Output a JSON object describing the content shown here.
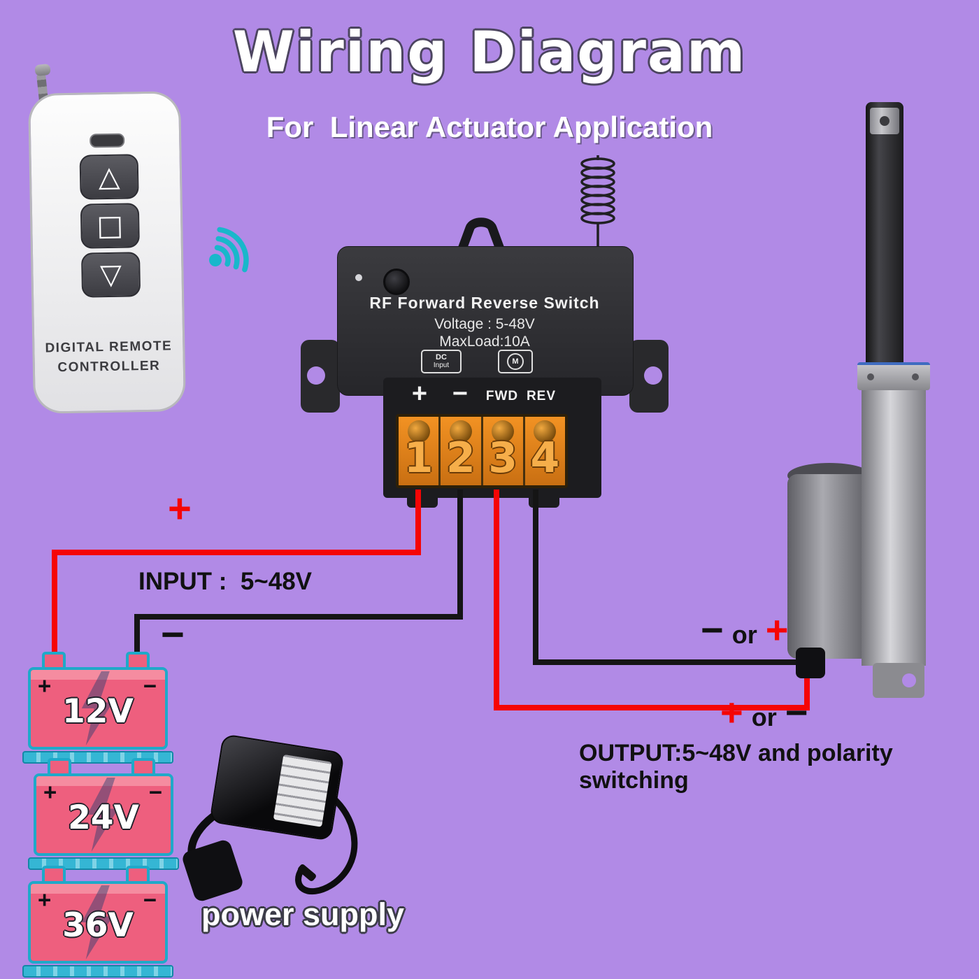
{
  "page": {
    "title": "Wiring Diagram",
    "subtitle": "For  Linear Actuator Application"
  },
  "remote": {
    "brand_line1": "DIGITAL REMOTE",
    "brand_line2": "CONTROLLER",
    "buttons": {
      "up": "△",
      "stop": "□",
      "down": "▽"
    }
  },
  "receiver": {
    "title": "RF Forward Reverse Switch",
    "voltage": "Voltage : 5-48V",
    "maxload": "MaxLoad:10A",
    "dc_icon_line1": "DC",
    "dc_icon_line2": "Input",
    "motor_icon_letter": "M",
    "terminal_labels": [
      "+",
      "−",
      "FWD",
      "REV"
    ],
    "terminal_numbers": [
      "1",
      "2",
      "3",
      "4"
    ]
  },
  "wiring": {
    "input_plus": "+",
    "input_label": "INPUT :  5~48V",
    "input_minus": "−",
    "output_top_left": "−",
    "output_top_mid": "or",
    "output_top_right": "+",
    "output_bottom_left": "+",
    "output_bottom_mid": "or",
    "output_bottom_right": "−",
    "output_label": "OUTPUT:5~48V and polarity switching",
    "wires": [
      {
        "name": "input-positive",
        "color": "#f50505"
      },
      {
        "name": "input-negative",
        "color": "#151515"
      },
      {
        "name": "output-positive",
        "color": "#f50505"
      },
      {
        "name": "output-negative",
        "color": "#151515"
      }
    ]
  },
  "batteries": [
    {
      "label": "12V",
      "plus": "+",
      "minus": "−"
    },
    {
      "label": "24V",
      "plus": "+",
      "minus": "−"
    },
    {
      "label": "36V",
      "plus": "+",
      "minus": "−"
    }
  ],
  "power_supply": {
    "label": "power supply"
  },
  "colors": {
    "background": "#b18ae6",
    "battery_body": "#ee5f7e",
    "battery_trim": "#1fa9c9",
    "signal_teal": "#19b7cb",
    "terminal_block_orange": "#e8821a",
    "wire_red": "#f50505",
    "wire_black": "#151515"
  }
}
